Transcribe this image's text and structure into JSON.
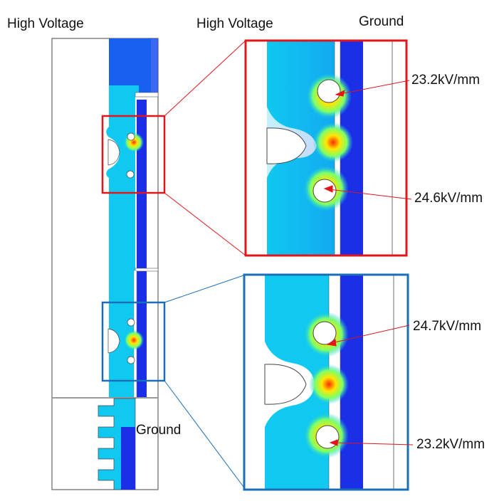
{
  "labels": {
    "overview_high_voltage": "High Voltage",
    "overview_ground": "Ground",
    "zoom_high_voltage": "High Voltage",
    "zoom_ground": "Ground"
  },
  "annotations": {
    "top_upper": "23.2kV/mm",
    "top_lower": "24.6kV/mm",
    "bottom_upper": "24.7kV/mm",
    "bottom_lower": "23.2kV/mm"
  },
  "colors": {
    "field_low": "#1a2fe6",
    "field_mid": "#10c8f0",
    "field_high": "#ffe600",
    "field_peak": "#ff2a00",
    "red_box": "#e0161b",
    "blue_box": "#1a6fb8",
    "arrow": "#e0161b"
  }
}
